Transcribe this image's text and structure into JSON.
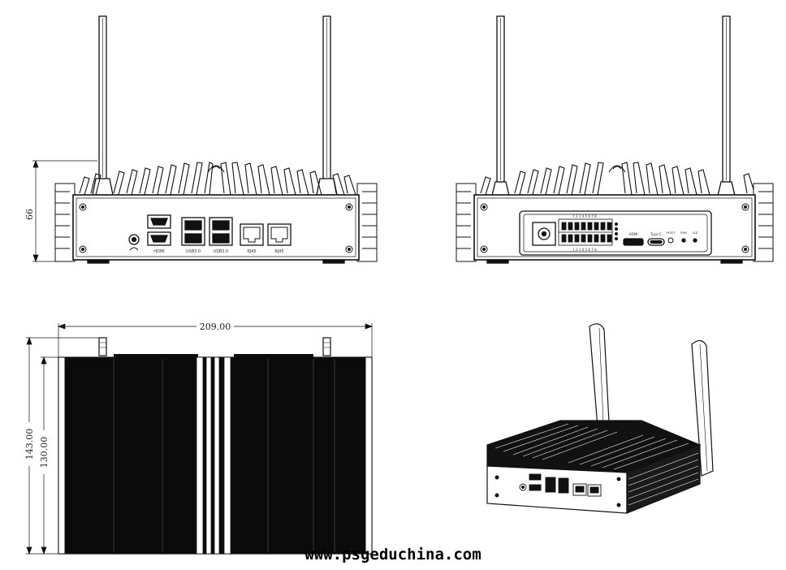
{
  "dimensions": {
    "front_height": "66",
    "top_width": "209.00",
    "top_depth_outer": "143.00",
    "top_depth_inner": "130.00"
  },
  "front_ports": {
    "hdmi": "HDMI",
    "usb_a": "USB3.0",
    "usb_b": "USB3.0",
    "rj45_a": "RJ45",
    "rj45_b": "RJ45"
  },
  "rear_panel": {
    "terminal_top": "1 2 3 4 5 6 7 8",
    "terminal_bottom": "1 2 3 4 5 6 7 8",
    "label_a": "HDMI",
    "label_b": "Type-C",
    "label_c": "RESET",
    "label_d": "PWR",
    "label_e": "LED"
  },
  "watermark": "www.psgeduchina.com"
}
